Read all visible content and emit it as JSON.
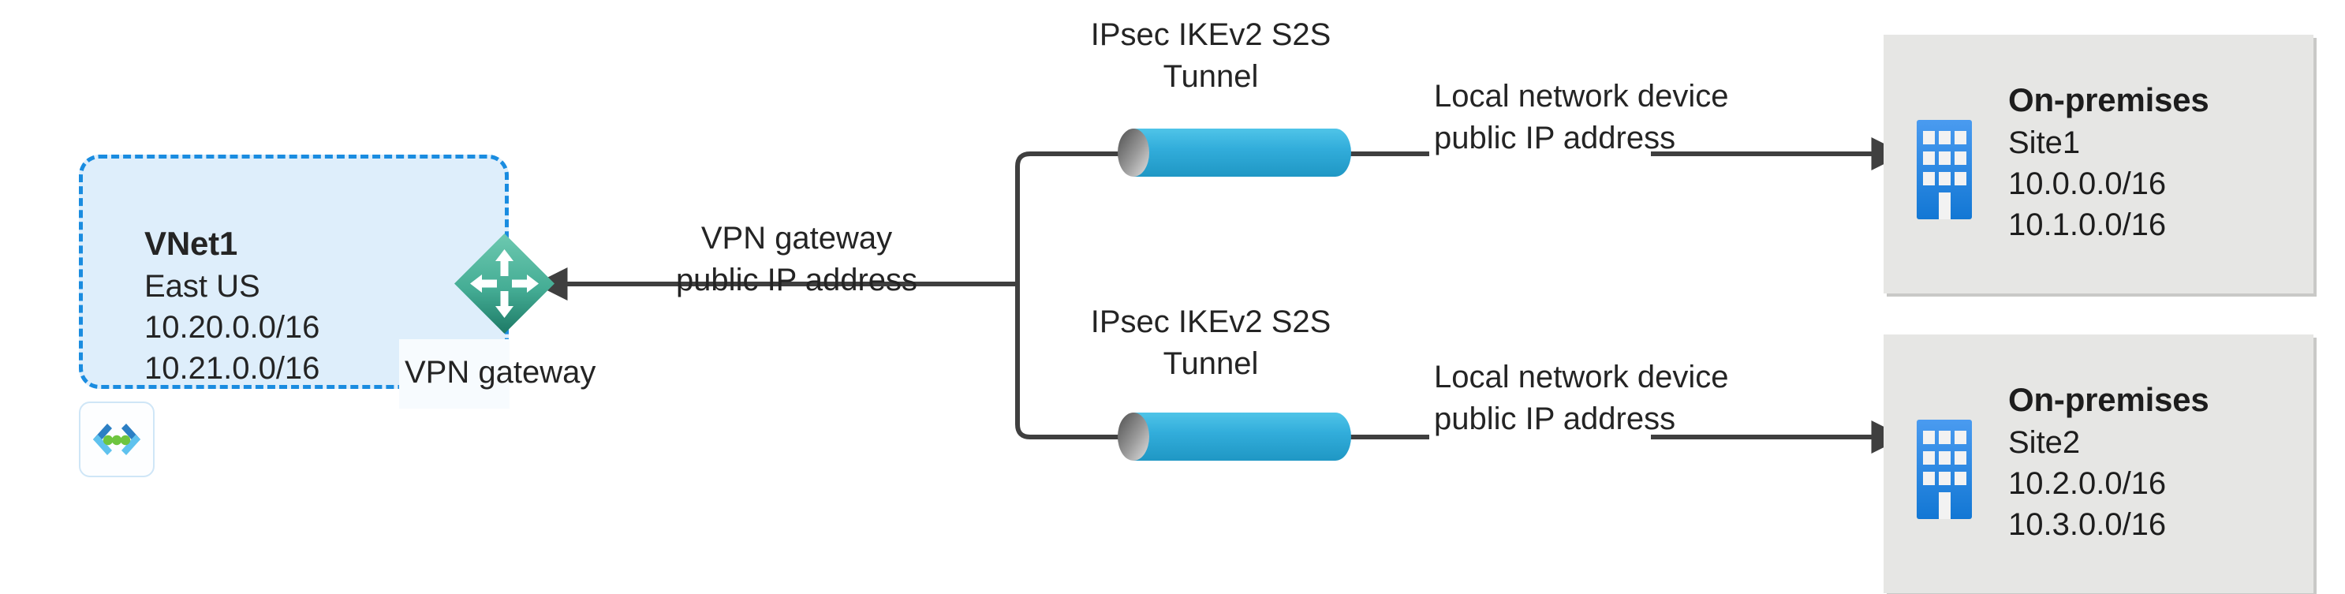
{
  "diagram": {
    "title": "Azure VPN Gateway site-to-site (S2S) multi-site connection",
    "colors": {
      "vnet_fill": "#deeefb",
      "vnet_border": "#1a8ce0",
      "onprem_fill": "#e6e6e4",
      "onprem_shadow": "#c9c9c7",
      "tunnel_blue": "#27a9d8",
      "tunnel_cap_gray": "#8a8a8a",
      "gateway_teal": "#3fb39a",
      "gateway_teal_dark": "#1f7a68",
      "building_blue": "#1b7fe0",
      "connector_line": "#3f3f3f",
      "text": "#242424"
    }
  },
  "vnet": {
    "name": "VNet1",
    "region": "East US",
    "address_spaces": [
      "10.20.0.0/16",
      "10.21.0.0/16"
    ],
    "icon": "virtual-network-icon"
  },
  "gateway": {
    "icon": "vpn-gateway-icon",
    "caption": "VPN gateway",
    "public_ip_label": "VPN gateway\npublic IP address"
  },
  "tunnels": [
    {
      "id": "tunnel-1",
      "label": "IPsec IKEv2 S2S\nTunnel",
      "device_label": "Local network device\npublic IP address",
      "icon": "vpn-tunnel-icon"
    },
    {
      "id": "tunnel-2",
      "label": "IPsec IKEv2 S2S\nTunnel",
      "device_label": "Local network device\npublic IP address",
      "icon": "vpn-tunnel-icon"
    }
  ],
  "on_premises": [
    {
      "title": "On-premises",
      "site": "Site1",
      "address_spaces": [
        "10.0.0.0/16",
        "10.1.0.0/16"
      ],
      "icon": "office-building-icon"
    },
    {
      "title": "On-premises",
      "site": "Site2",
      "address_spaces": [
        "10.2.0.0/16",
        "10.3.0.0/16"
      ],
      "icon": "office-building-icon"
    }
  ]
}
